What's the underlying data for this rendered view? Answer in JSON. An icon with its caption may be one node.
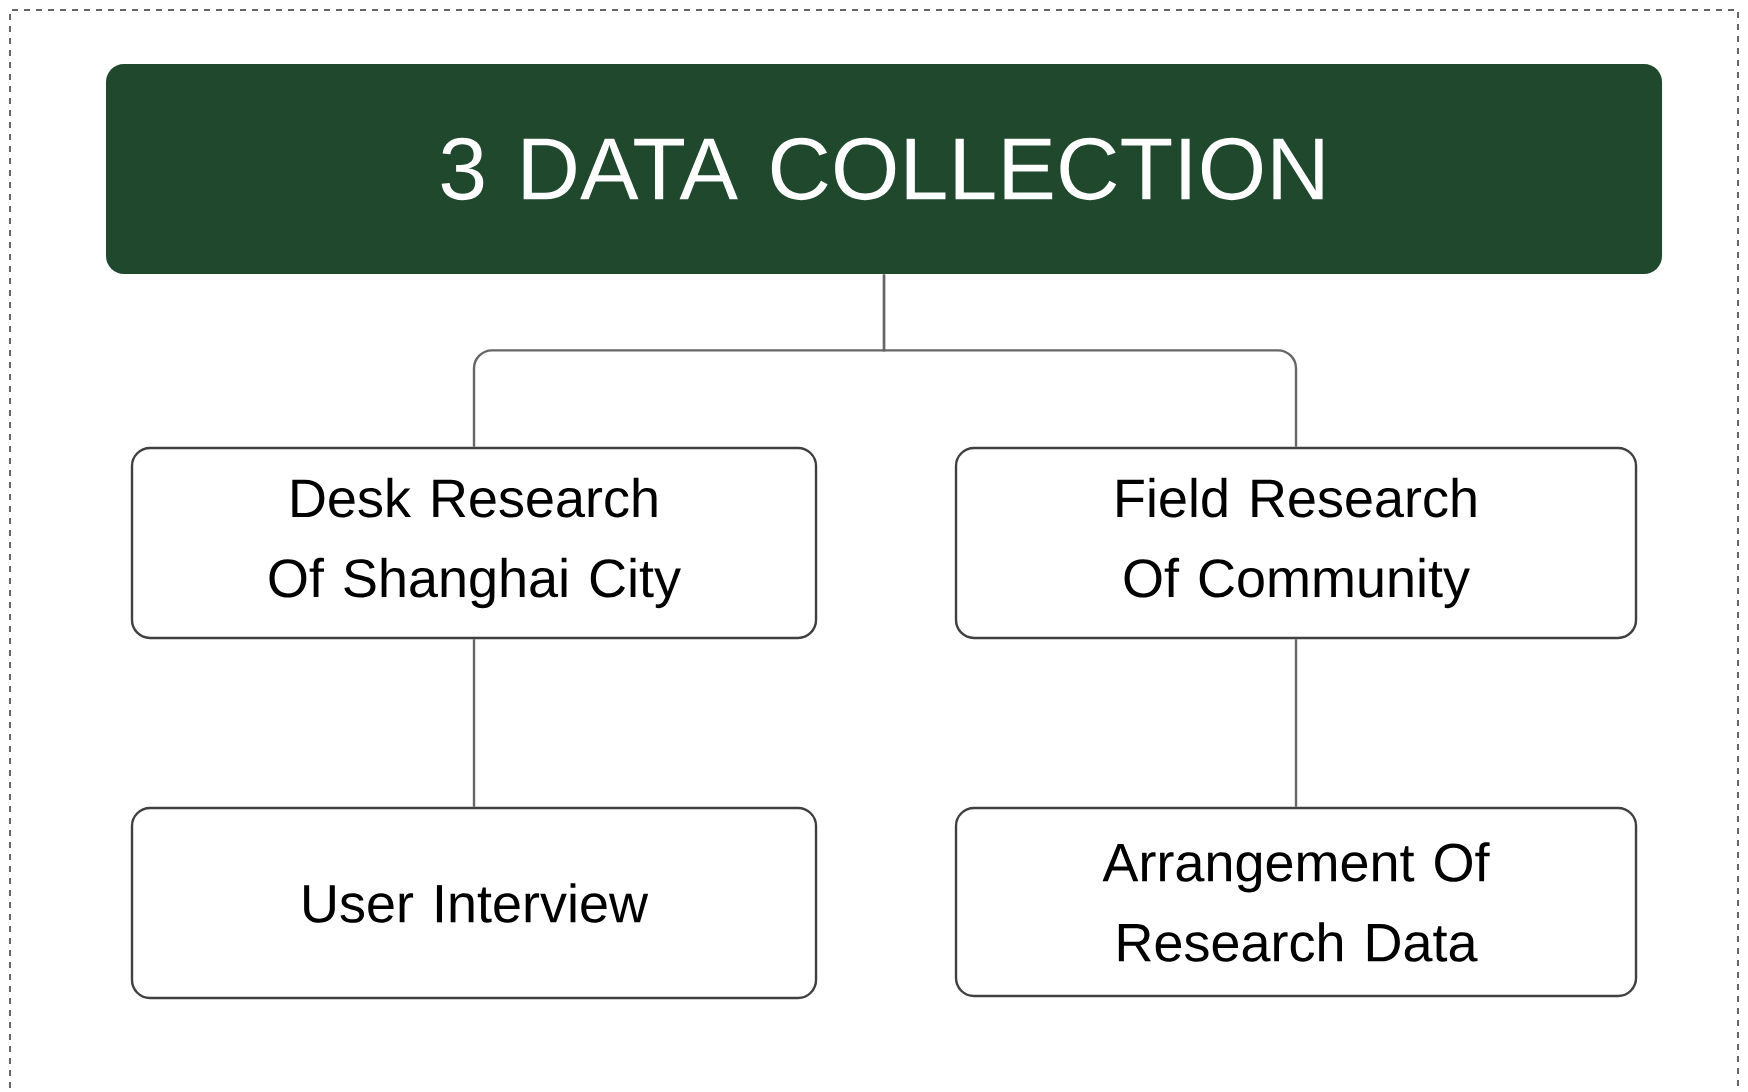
{
  "diagram": {
    "nodes": [
      {
        "text": [
          "3 DATA COLLECTION"
        ]
      },
      {
        "text": [
          "Desk Research Of Shanghai City"
        ]
      },
      {
        "text": [
          "Field Research Of Community"
        ]
      },
      {
        "text": [
          "User Interview"
        ]
      },
      {
        "text": [
          "Arrangement Of Research Data"
        ]
      }
    ],
    "edges": [
      {
        "from": 0,
        "to": 1,
        "arrow": "none"
      },
      {
        "from": 0,
        "to": 2,
        "arrow": "none"
      },
      {
        "from": 1,
        "to": 3,
        "arrow": "none"
      },
      {
        "from": 2,
        "to": 4,
        "arrow": "none"
      }
    ]
  }
}
